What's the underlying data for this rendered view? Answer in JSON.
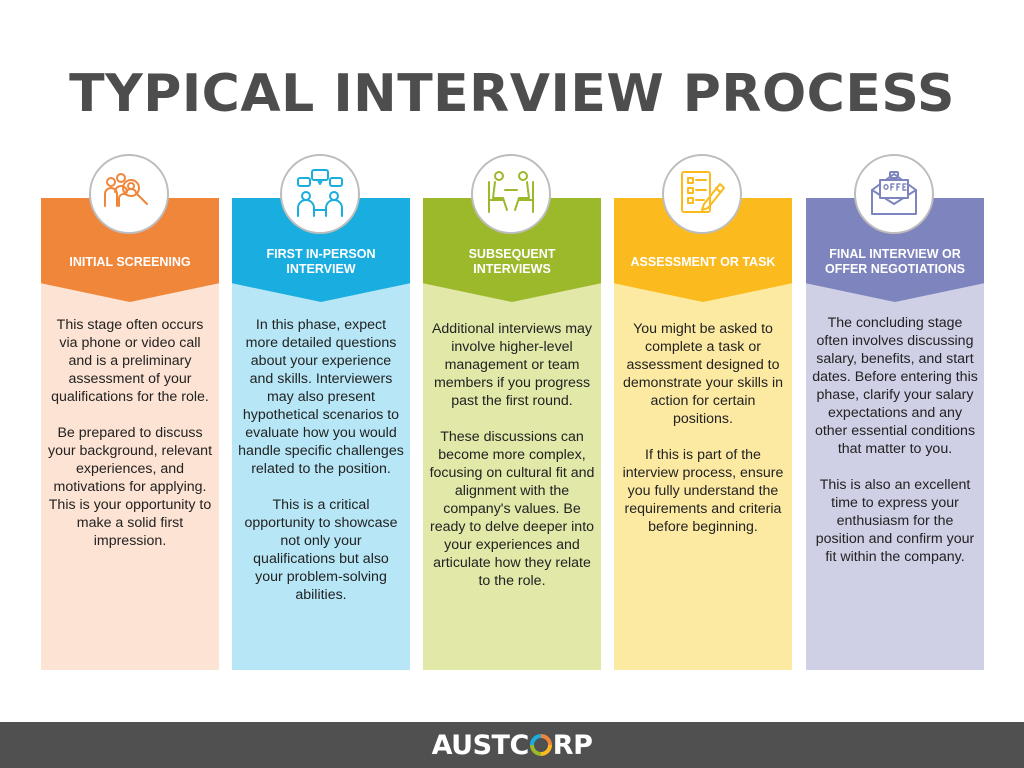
{
  "page": {
    "title": "TYPICAL INTERVIEW PROCESS"
  },
  "colors": {
    "title": "#4d4d4d",
    "footer": "#505050"
  },
  "stages": [
    {
      "header": "INITIAL SCREENING",
      "icon": "people-search-icon",
      "header_color": "#f0863a",
      "body_color": "#fde3d3",
      "paragraphs": [
        "This stage often occurs via phone or video call and is a preliminary assessment of your qualifications for the role.",
        "Be prepared to discuss your background, relevant experiences, and motivations for applying. This is your opportunity to make a solid first impression."
      ]
    },
    {
      "header": "FIRST IN-PERSON INTERVIEW",
      "icon": "conversation-icon",
      "header_color": "#1aaee0",
      "body_color": "#b7e7f6",
      "paragraphs": [
        "In this phase, expect more detailed questions about your experience and skills. Interviewers may also present hypothetical scenarios to evaluate how you would handle specific challenges related to the position.",
        "This is a critical opportunity to showcase not only your qualifications but also your problem-solving abilities."
      ]
    },
    {
      "header": "SUBSEQUENT INTERVIEWS",
      "icon": "interview-chairs-icon",
      "header_color": "#9cb92b",
      "body_color": "#e1e8a8",
      "paragraphs": [
        "Additional interviews may involve higher-level management or team members if you progress past the first round.",
        "These discussions can become more complex, focusing on cultural fit and alignment with the company's values. Be ready to delve deeper into your experiences and articulate how they relate to the role."
      ]
    },
    {
      "header": "ASSESSMENT OR TASK",
      "icon": "checklist-pencil-icon",
      "header_color": "#fbba1d",
      "body_color": "#fdeaa2",
      "paragraphs": [
        "You might be asked to complete a task or assessment designed to demonstrate your skills in action for certain positions.",
        "If this is part of the interview process, ensure you fully understand the requirements and criteria before beginning."
      ]
    },
    {
      "header": "FINAL INTERVIEW OR OFFER NEGOTIATIONS",
      "icon": "offer-envelope-icon",
      "header_color": "#7e84bd",
      "body_color": "#cfd0e6",
      "paragraphs": [
        "The concluding stage often involves discussing salary, benefits, and start dates. Before entering this phase, clarify your salary expectations and any other essential conditions that matter to you.",
        "This is also an excellent time to express your enthusiasm for the position and confirm your fit within the company."
      ]
    }
  ],
  "footer": {
    "logo_text": "AUSTCORP",
    "logo_icon": "ring-logo-icon"
  }
}
